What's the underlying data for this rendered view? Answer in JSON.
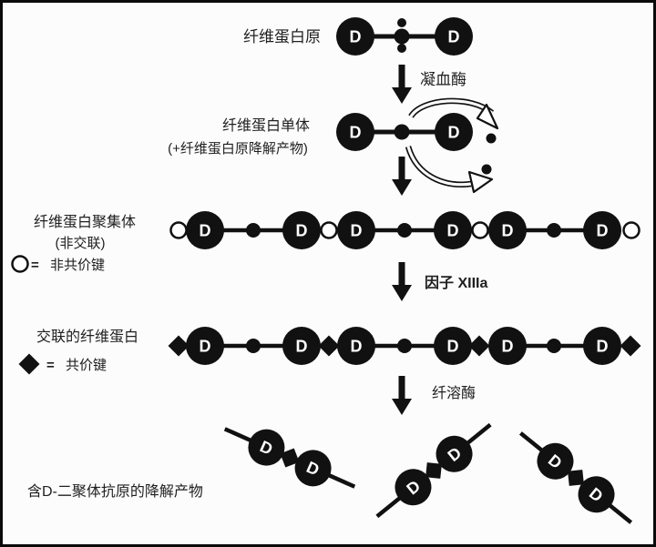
{
  "figure": {
    "d_label": "D",
    "colors": {
      "ink": "#111111",
      "label": "#1f1f1f",
      "background": "#fcfcfc",
      "border": "#0a0a0a"
    },
    "stage1": {
      "name": "纤维蛋白原"
    },
    "step1": {
      "enzyme": "凝血酶"
    },
    "stage2": {
      "name": "纤维蛋白单体",
      "note": "(+纤维蛋白原降解产物)"
    },
    "stage3": {
      "name": "纤维蛋白聚集体",
      "note": "(非交联)",
      "legend_eq": "=",
      "legend_text": "非共价键"
    },
    "step3": {
      "enzyme": "因子 XIIIa"
    },
    "stage4": {
      "name": "交联的纤维蛋白",
      "legend_eq": "=",
      "legend_text": "共价键"
    },
    "step4": {
      "enzyme": "纤溶酶"
    },
    "stage5": {
      "name": "含D-二聚体抗原的降解产物"
    }
  }
}
